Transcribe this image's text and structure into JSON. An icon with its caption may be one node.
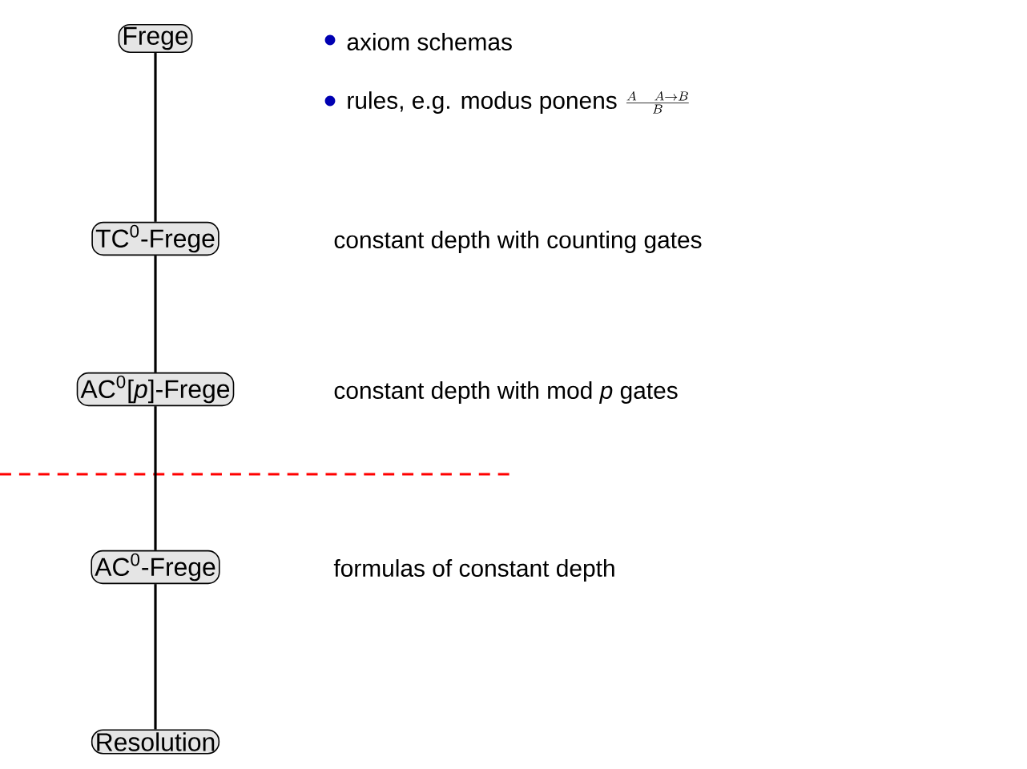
{
  "diagram": {
    "nodes": [
      {
        "text": [
          "Frege"
        ]
      },
      {
        "text": [
          "TC$^{0}$-Frege"
        ]
      },
      {
        "text": [
          "AC$^{0}$[*p*]-Frege"
        ]
      },
      {
        "text": [
          "AC$^{0}$-Frege"
        ]
      },
      {
        "text": [
          "Resolution"
        ]
      }
    ],
    "edges": [
      {
        "from": 0,
        "to": 1,
        "arrow": "none"
      },
      {
        "from": 1,
        "to": 2,
        "arrow": "none"
      },
      {
        "from": 2,
        "to": 3,
        "arrow": "none"
      },
      {
        "from": 3,
        "to": 4,
        "arrow": "none"
      }
    ],
    "labels": [
      "axiom schemas",
      "rules, e.g. modus ponens",
      "\\frac{A\\quad A\\to B}{B}",
      "constant depth with counting gates",
      "constant depth with mod *p* gates",
      "formulas of constant depth"
    ]
  }
}
